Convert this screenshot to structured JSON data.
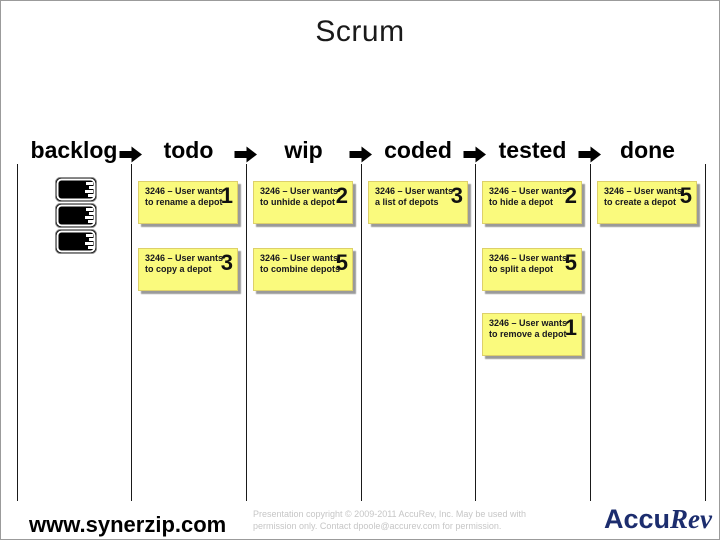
{
  "slide": {
    "title": "Scrum",
    "columns": [
      {
        "id": "backlog",
        "label": "backlog"
      },
      {
        "id": "todo",
        "label": "todo"
      },
      {
        "id": "wip",
        "label": "wip"
      },
      {
        "id": "coded",
        "label": "coded"
      },
      {
        "id": "tested",
        "label": "tested"
      },
      {
        "id": "done",
        "label": "done"
      }
    ],
    "backlog_cards": 3,
    "notes": [
      {
        "column": "todo",
        "row": 0,
        "lines": [
          "3246 – User wants",
          "to rename a depot"
        ],
        "points": "1"
      },
      {
        "column": "todo",
        "row": 1,
        "lines": [
          "3246 – User wants",
          "to copy a depot"
        ],
        "points": "3"
      },
      {
        "column": "wip",
        "row": 0,
        "lines": [
          "3246 – User wants",
          "to unhide a depot"
        ],
        "points": "2"
      },
      {
        "column": "wip",
        "row": 1,
        "lines": [
          "3246 – User wants",
          "to combine depots"
        ],
        "points": "5"
      },
      {
        "column": "coded",
        "row": 0,
        "lines": [
          "3246 – User wants",
          "a list of depots"
        ],
        "points": "3"
      },
      {
        "column": "tested",
        "row": 0,
        "lines": [
          "3246 – User wants",
          "to hide a depot"
        ],
        "points": "2"
      },
      {
        "column": "tested",
        "row": 1,
        "lines": [
          "3246 – User wants",
          "to split a depot"
        ],
        "points": "5"
      },
      {
        "column": "tested",
        "row": 2,
        "lines": [
          "3246 – User wants",
          "to remove a depot"
        ],
        "points": "1"
      },
      {
        "column": "done",
        "row": 0,
        "lines": [
          "3246 – User wants",
          "to create a depot"
        ],
        "points": "5"
      }
    ]
  },
  "footer": {
    "website": "www.synerzip.com",
    "copyright_line1": "Presentation copyright © 2009-2011 AccuRev, Inc. May be used with",
    "copyright_line2": "permission only. Contact dpoole@accurev.com for permission.",
    "logo_accu": "Accu",
    "logo_rev": "Rev"
  },
  "colors": {
    "note_bg": "#fafa7d",
    "note_border": "#ddd06a",
    "note_shadow": "#9a9a9a",
    "board_line": "#1a1a1a",
    "arrow_black": "#000000",
    "logo_navy": "#1c2d6e",
    "copyright_gray": "#c6c6c6"
  }
}
